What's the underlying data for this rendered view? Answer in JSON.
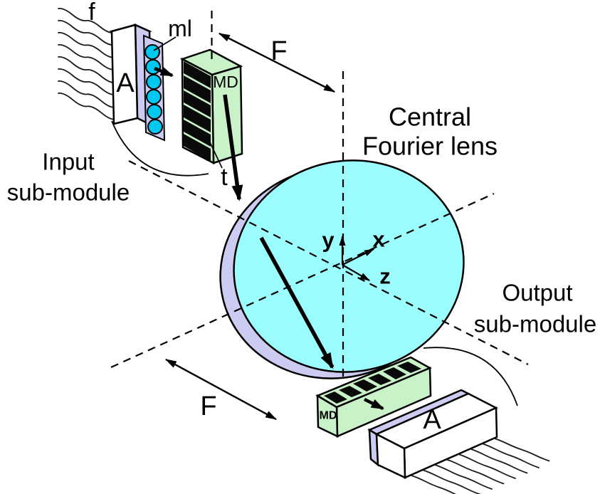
{
  "labels": {
    "fibers_in": "f",
    "array_in": "A",
    "microlens_array": "ml",
    "md_in": "MD",
    "thickness": "t",
    "focal_length_top": "F",
    "focal_length_bottom": "F",
    "axis_y": "y",
    "axis_x": "x",
    "axis_z": "z",
    "md_out": "MD",
    "array_out": "A"
  },
  "annotations": {
    "lens_title_line1": "Central",
    "lens_title_line2": "Fourier lens",
    "input_module_line1": "Input",
    "input_module_line2": "sub-module",
    "output_module_line1": "Output",
    "output_module_line2": "sub-module"
  },
  "colors": {
    "lens_cyan": "#9BFDFD",
    "rim_lavender": "#CCCCF2",
    "block_green": "#C9F2C9",
    "microlens_cyan": "#00C8EE",
    "slot_black": "#0A0A0A"
  }
}
